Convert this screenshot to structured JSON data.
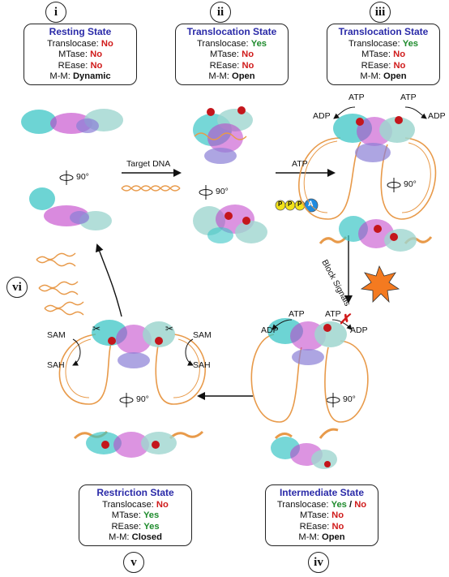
{
  "states": [
    {
      "numeral": "i",
      "title": "Resting State",
      "translocase": "No",
      "mtase": "No",
      "rease": "No",
      "mm": "Dynamic"
    },
    {
      "numeral": "ii",
      "title": "Translocation State",
      "translocase": "Yes",
      "mtase": "No",
      "rease": "No",
      "mm": "Open"
    },
    {
      "numeral": "iii",
      "title": "Translocation State",
      "translocase": "Yes",
      "mtase": "No",
      "rease": "No",
      "mm": "Open"
    },
    {
      "numeral": "iv",
      "title": "Intermediate State",
      "translocase_yes": "Yes",
      "translocase_sep": " / ",
      "translocase_no": "No",
      "mtase": "No",
      "rease": "No",
      "mm": "Open"
    },
    {
      "numeral": "v",
      "title": "Restriction State",
      "translocase": "No",
      "mtase": "Yes",
      "rease": "Yes",
      "mm": "Closed"
    },
    {
      "numeral": "vi"
    }
  ],
  "field_labels": {
    "translocase": "Translocase: ",
    "mtase": "MTase: ",
    "rease": "REase: ",
    "mm": "M-M: "
  },
  "labels": {
    "target_dna": "Target DNA",
    "atp": "ATP",
    "adp": "ADP",
    "sam": "SAM",
    "sah": "SAH",
    "rotation": "90°",
    "block_signals": "Block Signals",
    "ppp_p": "P",
    "ppp_a": "A"
  },
  "colors": {
    "title": "#2a2aa8",
    "yes": "#1e8b2c",
    "no": "#d01b1b",
    "dna": "#e89a4a",
    "cyan": "#3cc6c6",
    "magenta": "#c03cc8",
    "lavender": "#8a7fd6",
    "pale": "#9fd6cf",
    "red": "#c4161c",
    "burst": "#f47a20"
  }
}
